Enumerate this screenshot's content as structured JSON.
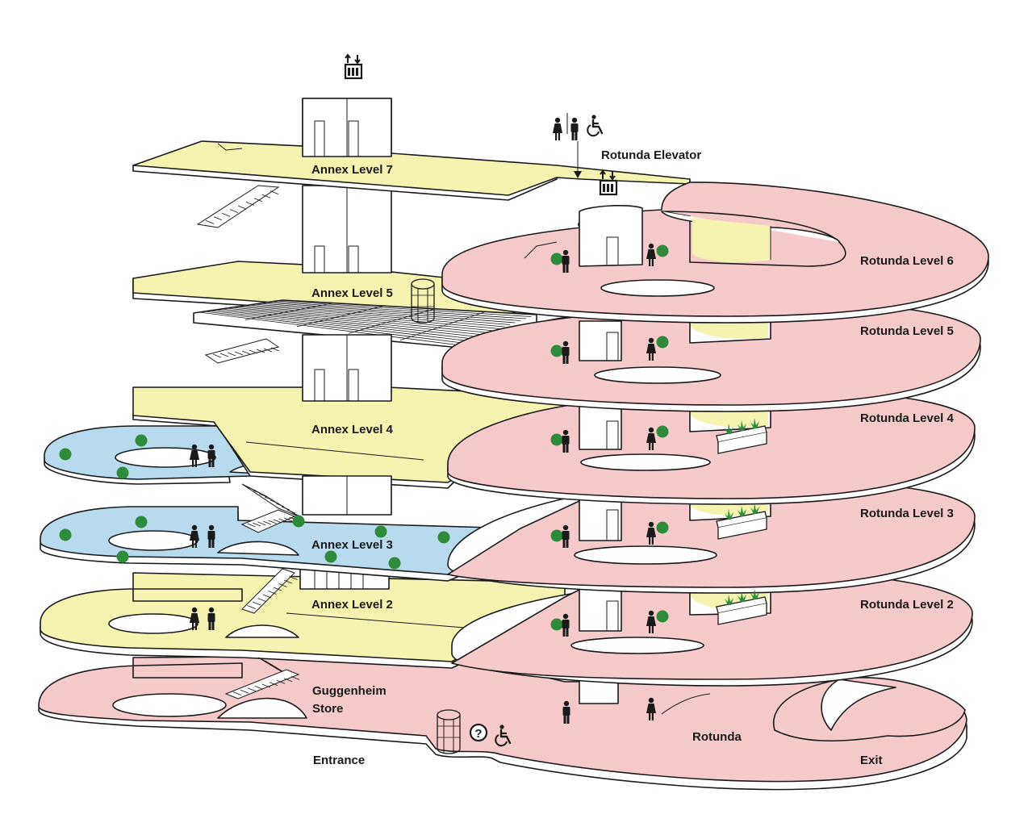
{
  "colors": {
    "annex": "#f4f3b0",
    "rotunda": "#f6c9cb",
    "blue": "#b7dbec",
    "dot": "#2e8b3a",
    "line": "#1a1a1a",
    "white": "#ffffff"
  },
  "labels": {
    "annex7": "Annex Level 7",
    "annex5": "Annex Level 5",
    "annex4": "Annex Level 4",
    "annex3": "Annex Level 3",
    "annex2": "Annex Level 2",
    "store_line1": "Guggenheim",
    "store_line2": "Store",
    "entrance": "Entrance",
    "rotunda": "Rotunda",
    "exit": "Exit",
    "rotunda_elevator": "Rotunda Elevator",
    "rotunda6": "Rotunda Level 6",
    "rotunda5": "Rotunda Level 5",
    "rotunda4": "Rotunda Level 4",
    "rotunda3": "Rotunda Level 3",
    "rotunda2": "Rotunda Level 2"
  },
  "icons": {
    "elevator": "elevator-icon",
    "restroom_women": "woman-restroom-icon",
    "restroom_men": "man-restroom-icon",
    "accessible": "wheelchair-icon",
    "info": "question-mark-icon",
    "glass_elevator": "cylinder-elevator-icon",
    "planter": "planter-icon",
    "art_dot": "green-dot-icon"
  },
  "info_glyph": "?"
}
